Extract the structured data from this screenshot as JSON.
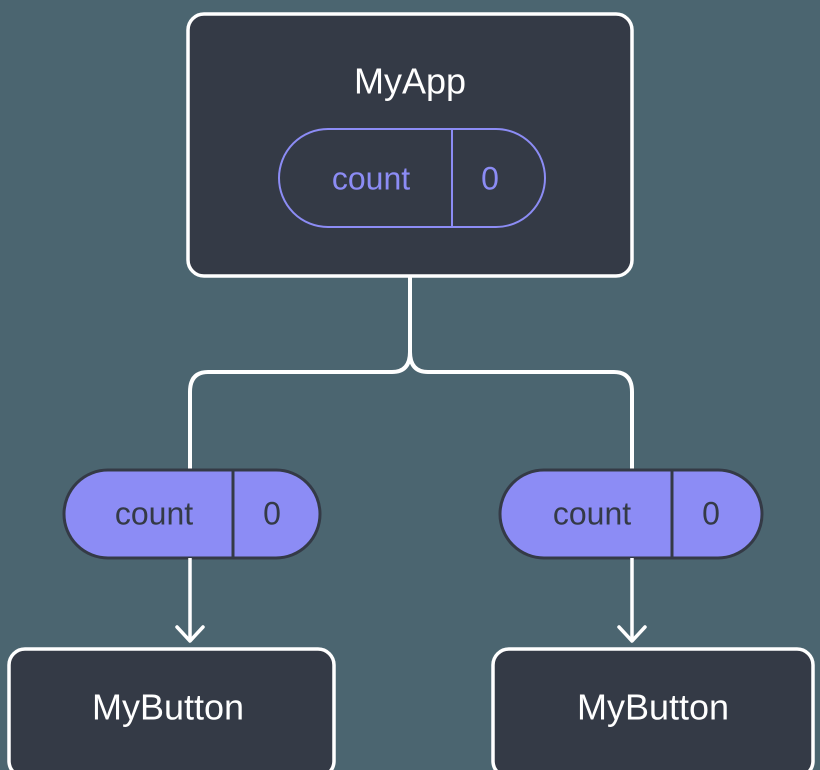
{
  "diagram": {
    "type": "component-state-tree",
    "background_color": "#4b6570",
    "colors": {
      "node_fill": "#343a46",
      "node_border": "#ffffff",
      "node_text": "#ffffff",
      "state_pill_fill": "#8c8cf5",
      "state_pill_outline": "#8c8cf5",
      "state_pill_text_dark": "#343a46",
      "connector": "#ffffff"
    },
    "root": {
      "title": "MyApp",
      "state": {
        "key": "count",
        "value": "0"
      }
    },
    "branches": [
      {
        "prop": {
          "key": "count",
          "value": "0"
        },
        "child": {
          "title": "MyButton"
        }
      },
      {
        "prop": {
          "key": "count",
          "value": "0"
        },
        "child": {
          "title": "MyButton"
        }
      }
    ]
  }
}
